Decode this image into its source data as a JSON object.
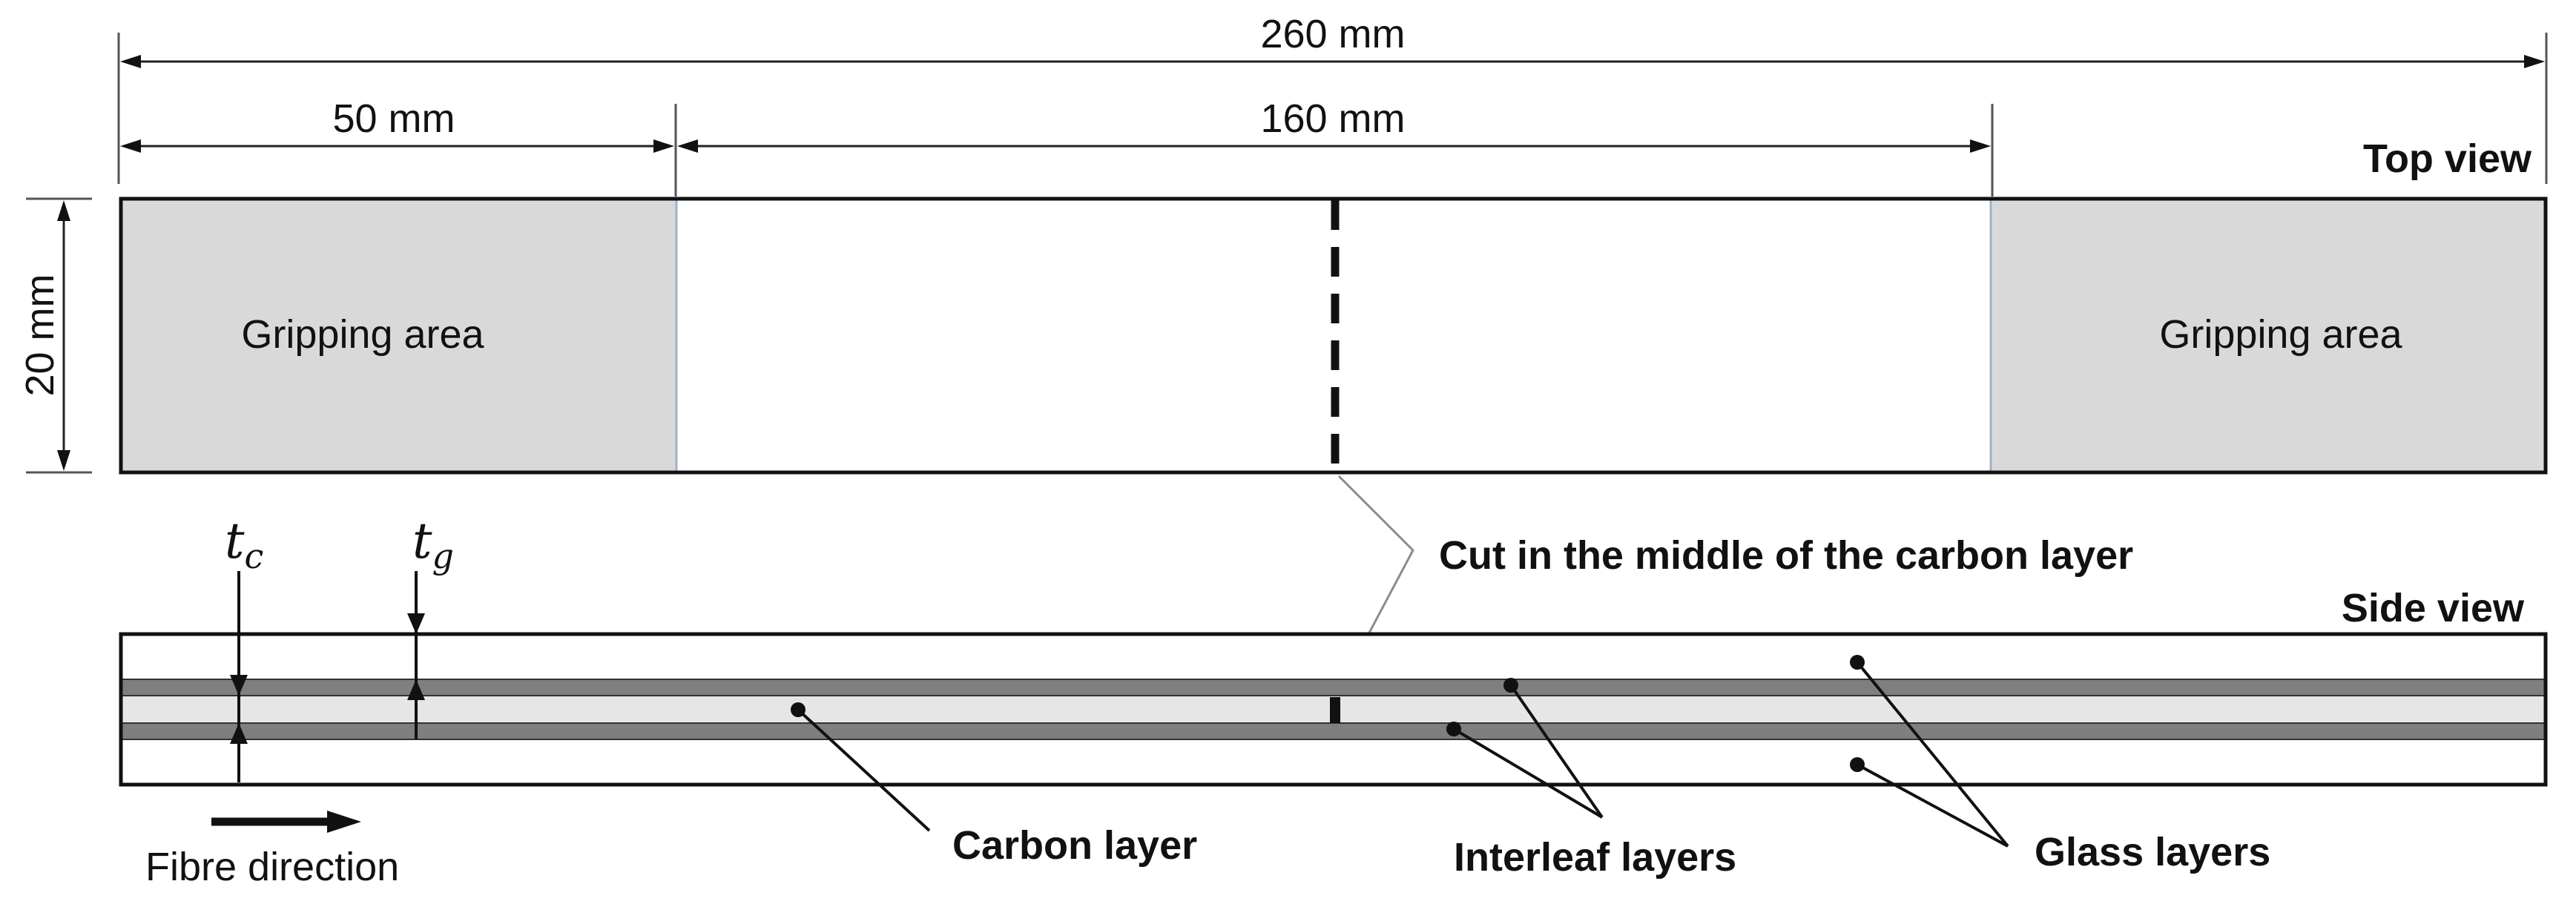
{
  "dimensions": {
    "total_length": "260 mm",
    "grip_length": "50 mm",
    "gauge_length": "160 mm",
    "width": "20 mm"
  },
  "labels": {
    "top_view": "Top view",
    "side_view": "Side view",
    "gripping_area": "Gripping area",
    "cut": "Cut in the middle of the carbon layer",
    "carbon_layer": "Carbon layer",
    "interleaf_layers": "Interleaf layers",
    "glass_layers": "Glass layers",
    "fibre_direction": "Fibre direction"
  },
  "thickness": {
    "carbon_symbol": "t",
    "carbon_subscript": "c",
    "glass_symbol": "t",
    "glass_subscript": "g"
  },
  "colors": {
    "line": "#111111",
    "grip_fill": "#d9d9d9",
    "interleaf_fill": "#7f7f7f",
    "carbon_fill": "#e6e6e6",
    "glass_fill": "#ffffff",
    "leader": "#8c8c8c"
  }
}
